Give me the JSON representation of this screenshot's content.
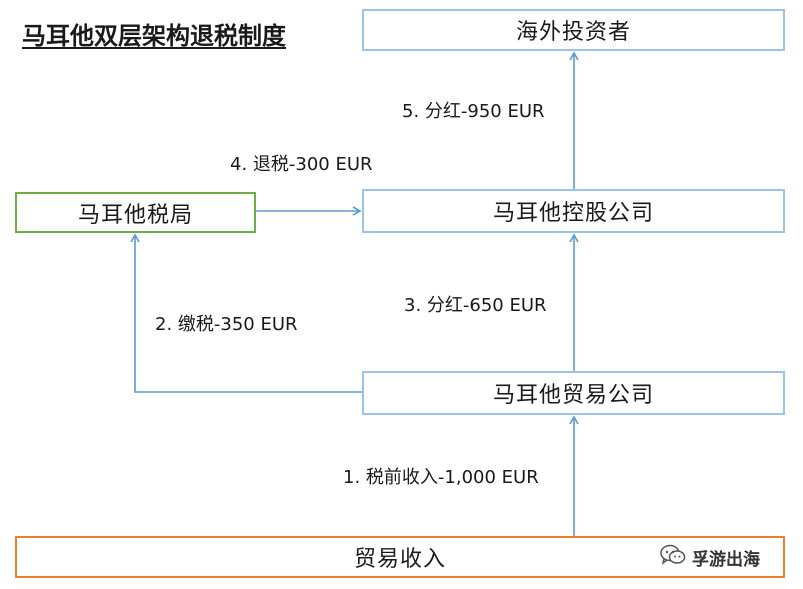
{
  "title": "马耳他双层架构退税制度",
  "boxes": {
    "investor": "海外投资者",
    "holding": "马耳他控股公司",
    "tax_office": "马耳他税局",
    "trading": "马耳他贸易公司",
    "revenue": "贸易收入"
  },
  "flows": {
    "step1": "1. 税前收入-1,000 EUR",
    "step2": "2. 缴税-350 EUR",
    "step3": "3. 分红-650 EUR",
    "step4": "4. 退税-300 EUR",
    "step5": "5. 分红-950 EUR"
  },
  "watermark": {
    "icon": "wechat-icon",
    "text": "孚游出海"
  },
  "colors": {
    "arrow": "#5b9bd5",
    "box_blue": "#9dc3e6",
    "box_green": "#70ad47",
    "box_orange": "#ed7d31"
  }
}
